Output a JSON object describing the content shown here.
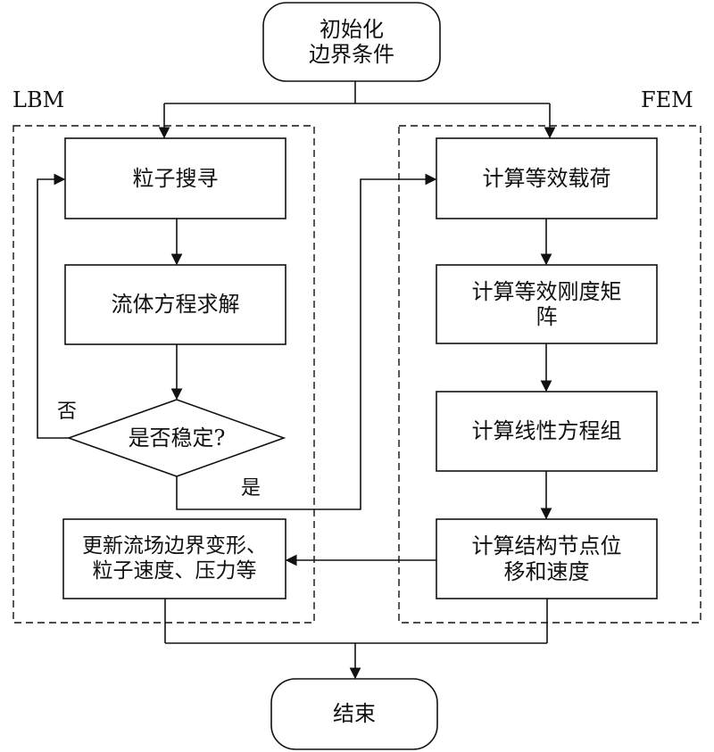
{
  "diagram": {
    "lbm_label": "LBM",
    "fem_label": "FEM",
    "start": "初始化\n边界条件",
    "lbm": {
      "particle_search": "粒子搜寻",
      "fluid_solve": "流体方程求解",
      "stable_question": "是否稳定?",
      "no_label": "否",
      "yes_label": "是",
      "update": "更新流场边界变形、\n粒子速度、压力等"
    },
    "fem": {
      "equivalent_load": "计算等效载荷",
      "stiffness_matrix": "计算等效刚度矩\n阵",
      "linear_equations": "计算线性方程组",
      "displacement_velocity": "计算结构节点位\n移和速度"
    },
    "end": "结束"
  }
}
